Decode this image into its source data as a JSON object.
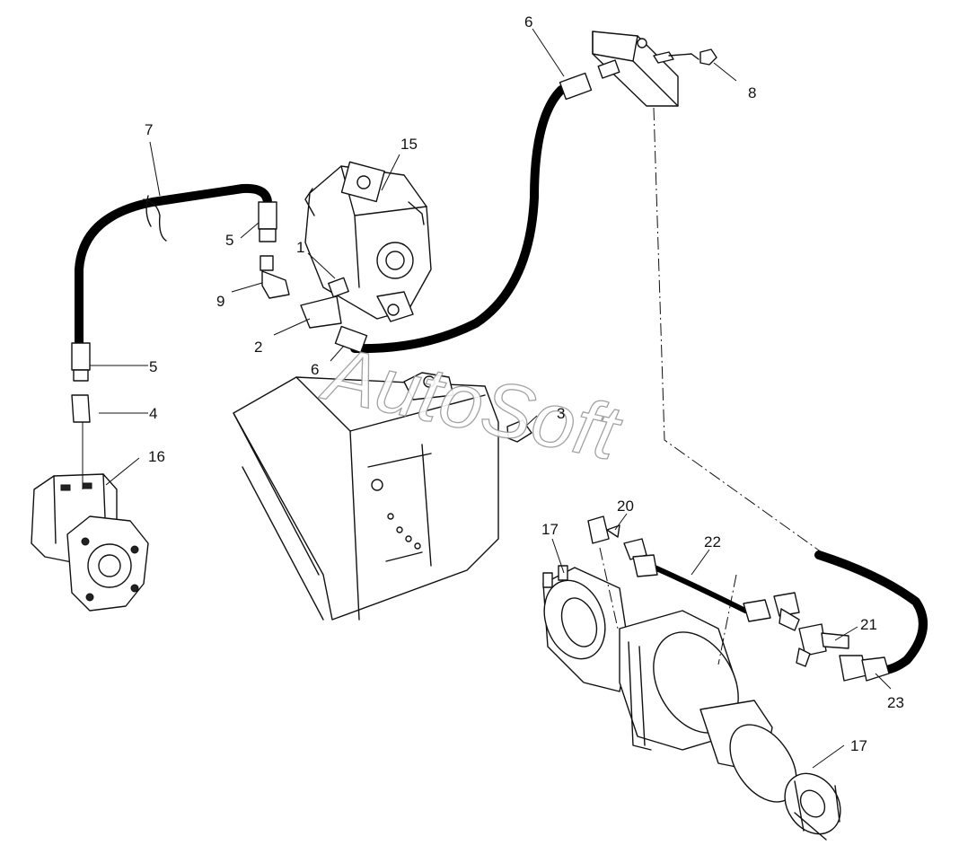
{
  "watermark": "AutoSoft",
  "callouts": {
    "c1": "1",
    "c2": "2",
    "c3": "3",
    "c4": "4",
    "c5a": "5",
    "c5b": "5",
    "c6a": "6",
    "c6b": "6",
    "c7": "7",
    "c8": "8",
    "c9": "9",
    "c15": "15",
    "c16": "16",
    "c17a": "17",
    "c17b": "17",
    "c20": "20",
    "c21": "21",
    "c22": "22",
    "c23": "23"
  }
}
